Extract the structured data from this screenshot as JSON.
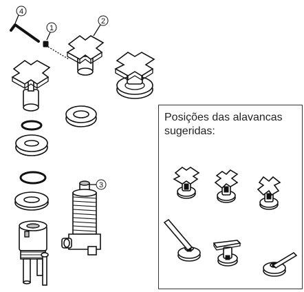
{
  "callouts": {
    "one": "1",
    "two": "2",
    "three": "3",
    "four": "4"
  },
  "legend": {
    "title": "Posições das alavancas sugeridas:"
  },
  "colors": {
    "ink": "#111111",
    "fill": "#ffffff",
    "shade": "#bdbdbd"
  }
}
